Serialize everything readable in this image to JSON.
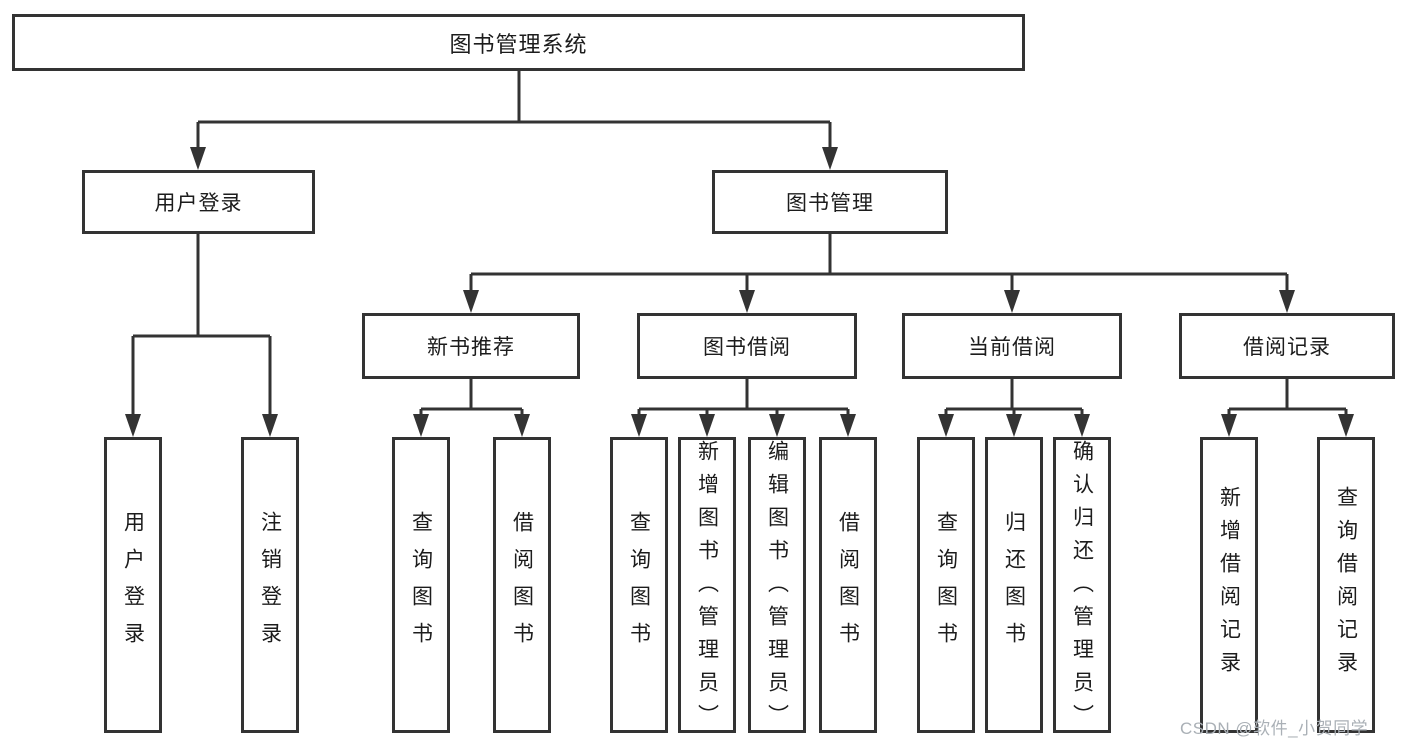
{
  "colors": {
    "background": "#ffffff",
    "line": "#333333",
    "box_border": "#333333",
    "box_fill": "#ffffff",
    "text": "#1c1c1c",
    "watermark": "#aab0b6"
  },
  "watermark": {
    "text": "CSDN @软件_小贺同学"
  },
  "tree": {
    "root": {
      "label": "图书管理系统"
    },
    "branches": [
      {
        "label": "用户登录",
        "children": [
          {
            "label": "用户登录"
          },
          {
            "label": "注销登录"
          }
        ]
      },
      {
        "label": "图书管理",
        "children": [
          {
            "label": "新书推荐",
            "children": [
              {
                "label": "查询图书"
              },
              {
                "label": "借阅图书"
              }
            ]
          },
          {
            "label": "图书借阅",
            "children": [
              {
                "label": "查询图书"
              },
              {
                "label": "新增图书（管理员）"
              },
              {
                "label": "编辑图书（管理员）"
              },
              {
                "label": "借阅图书"
              }
            ]
          },
          {
            "label": "当前借阅",
            "children": [
              {
                "label": "查询图书"
              },
              {
                "label": "归还图书"
              },
              {
                "label": "确认归还（管理员）"
              }
            ]
          },
          {
            "label": "借阅记录",
            "children": [
              {
                "label": "新增借阅记录"
              },
              {
                "label": "查询借阅记录"
              }
            ]
          }
        ]
      }
    ]
  }
}
